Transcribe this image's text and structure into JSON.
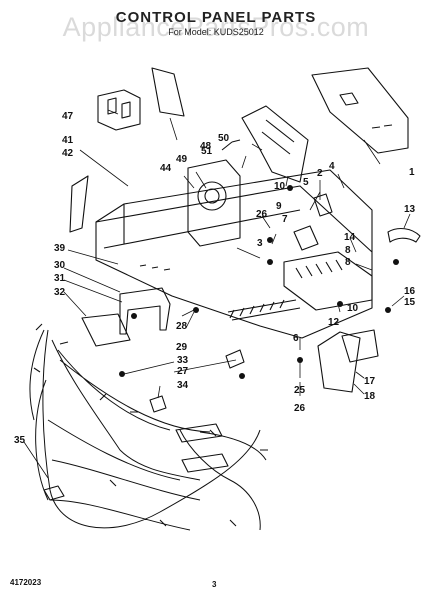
{
  "header": {
    "title": "CONTROL PANEL PARTS",
    "subtitle": "For Model: KUDS25012",
    "watermark": "AppliancePartsPros.com"
  },
  "callouts": [
    "1",
    "2",
    "3",
    "4",
    "5",
    "6",
    "7",
    "8",
    "8",
    "9",
    "10",
    "10",
    "12",
    "13",
    "14",
    "15",
    "16",
    "17",
    "18",
    "25",
    "26",
    "26",
    "27",
    "28",
    "29",
    "30",
    "31",
    "32",
    "33",
    "34",
    "35",
    "39",
    "41",
    "42",
    "44",
    "47",
    "48",
    "49",
    "50",
    "51"
  ],
  "footer": {
    "doc_number": "4172023",
    "page_number": "3"
  }
}
